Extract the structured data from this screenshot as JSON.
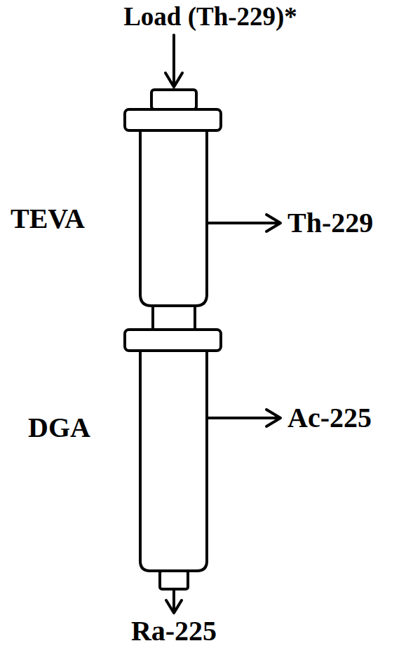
{
  "diagram": {
    "nodes": [
      {
        "text": [
          "TEVA"
        ]
      },
      {
        "text": [
          "DGA"
        ]
      }
    ],
    "edges": [
      {
        "from": 0,
        "to": 1,
        "arrow": "none"
      }
    ],
    "labels": [
      "Load (Th-229)*",
      "Th-229",
      "Ac-225",
      "Ra-225"
    ]
  }
}
